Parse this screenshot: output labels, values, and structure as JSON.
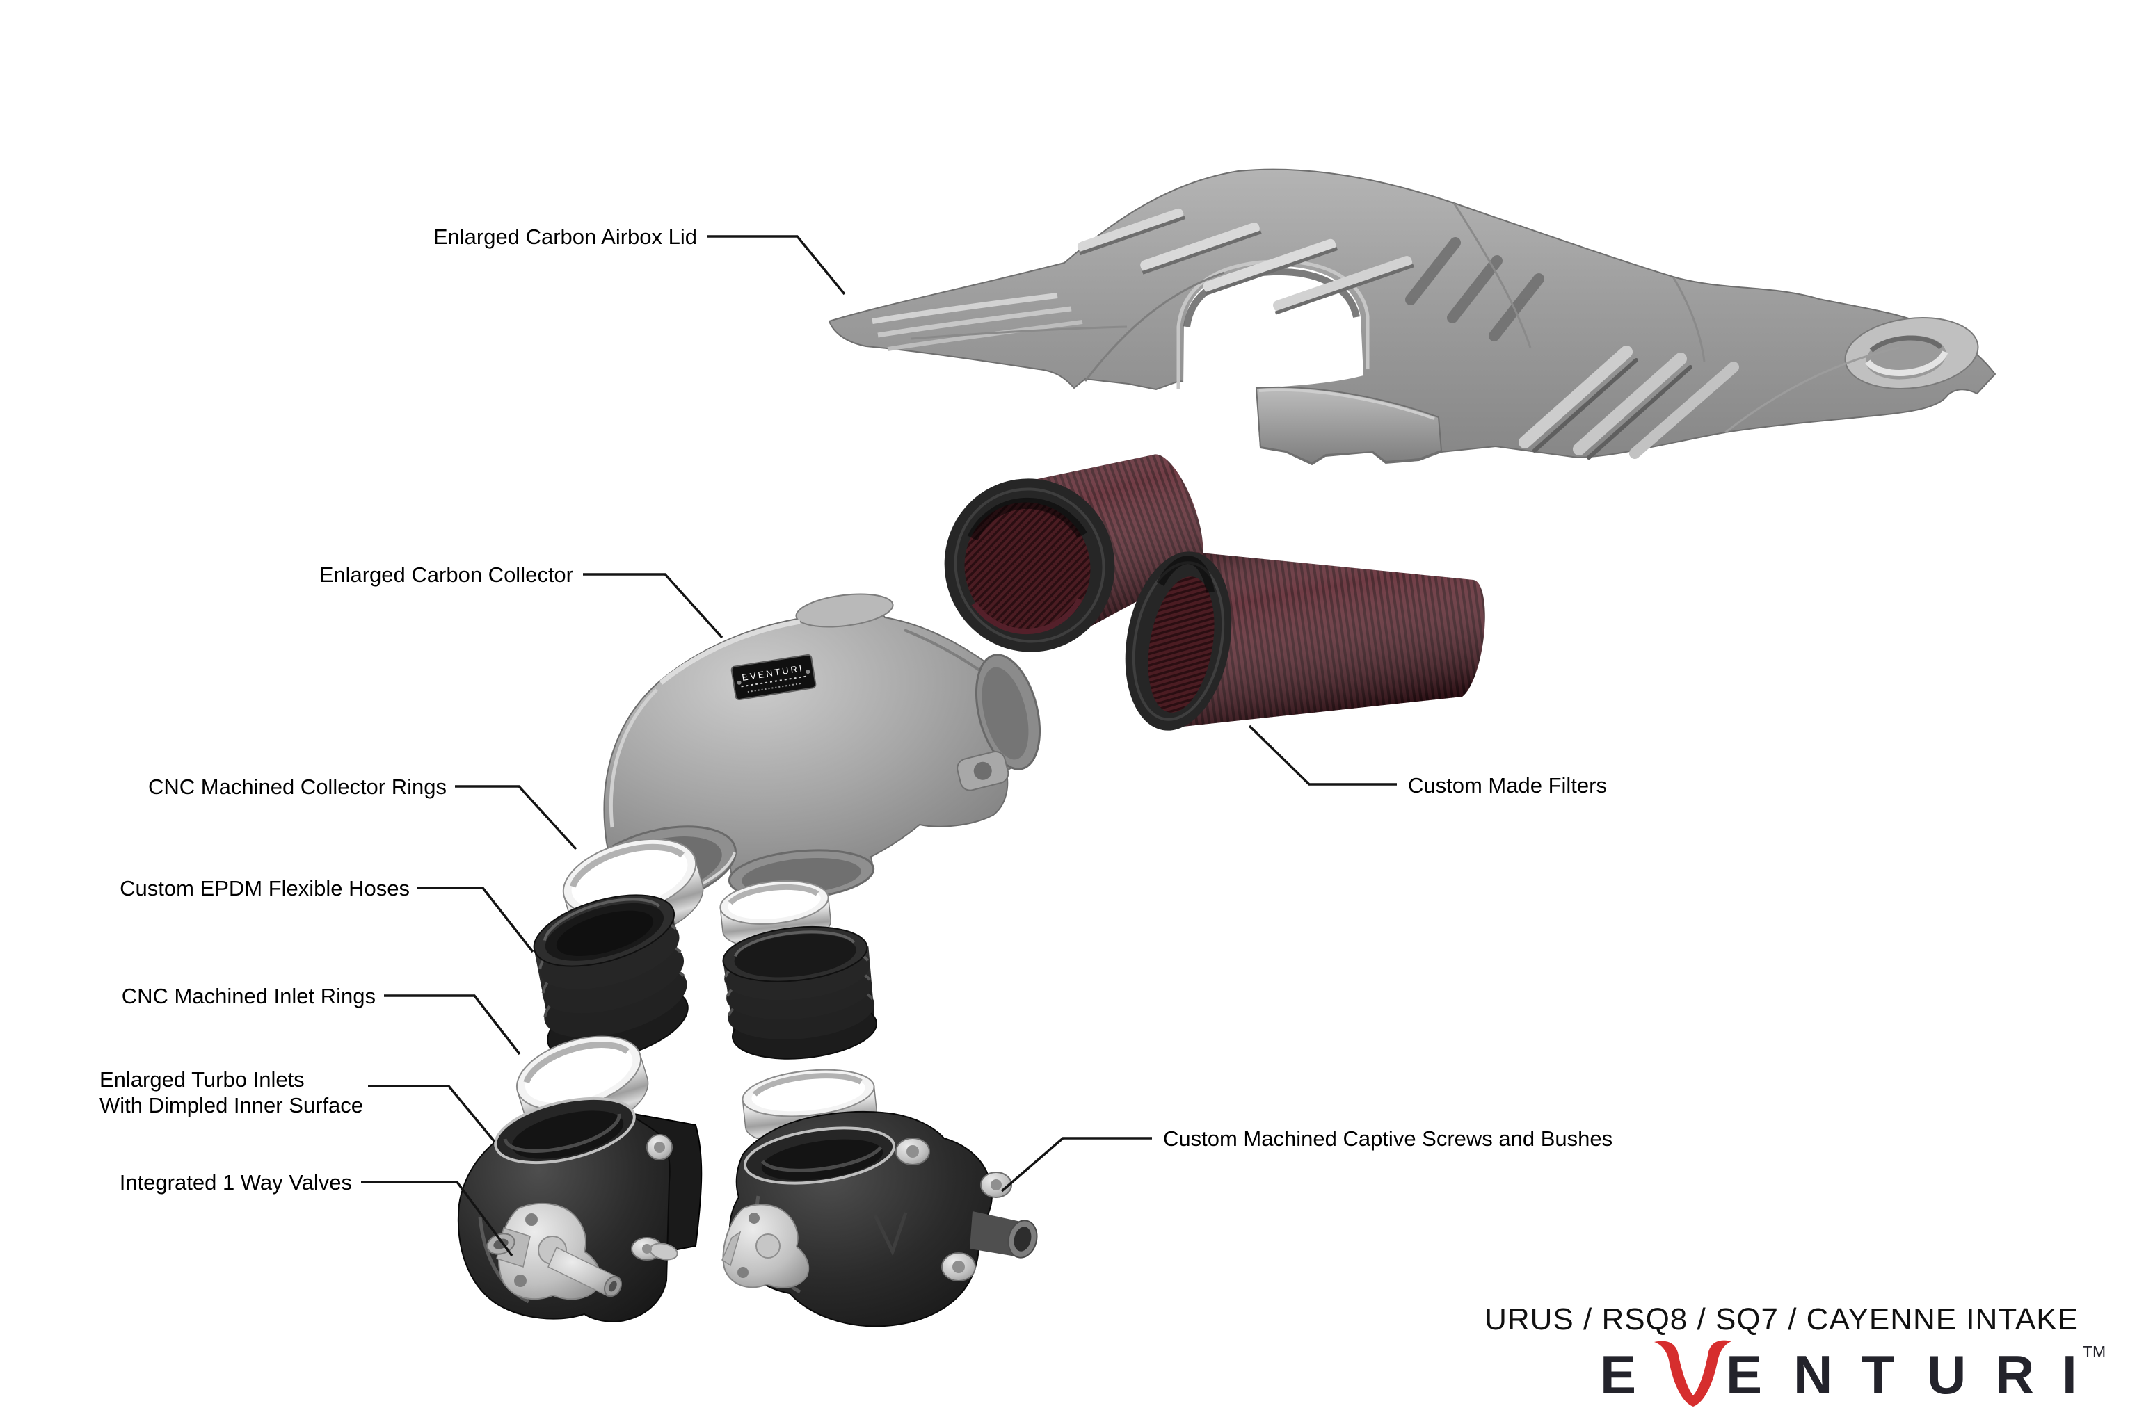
{
  "title": "Eventuri intake exploded parts diagram",
  "callouts": {
    "airbox_lid": "Enlarged Carbon Airbox Lid",
    "collector": "Enlarged Carbon Collector",
    "collector_rings": "CNC Machined Collector Rings",
    "epdm_hoses": "Custom EPDM Flexible Hoses",
    "inlet_rings": "CNC Machined Inlet Rings",
    "turbo_inlets_line1": "Enlarged Turbo Inlets",
    "turbo_inlets_line2": "With Dimpled Inner Surface",
    "valves": "Integrated 1 Way Valves",
    "filters": "Custom Made Filters",
    "screws": "Custom Machined Captive Screws and Bushes"
  },
  "footer": {
    "model_line": "URUS / RSQ8 / SQ7 / CAYENNE INTAKE",
    "brand": "EVENTURI",
    "brand_letters": [
      "E",
      "V",
      "E",
      "N",
      "T",
      "U",
      "R",
      "I"
    ],
    "trademark": "TM"
  },
  "plate": {
    "brand": "EVENTURI"
  },
  "colors": {
    "background": "#ffffff",
    "label_text": "#000000",
    "leader_line": "#141414",
    "brand_dark": "#23232b",
    "accent_red": "#d62e2e",
    "carbon_part_gray": "#9b9b9b",
    "chrome_ring": "#e8e8e8",
    "hose_black": "#1d1d1d",
    "filter_maroon": "#5e232b"
  }
}
